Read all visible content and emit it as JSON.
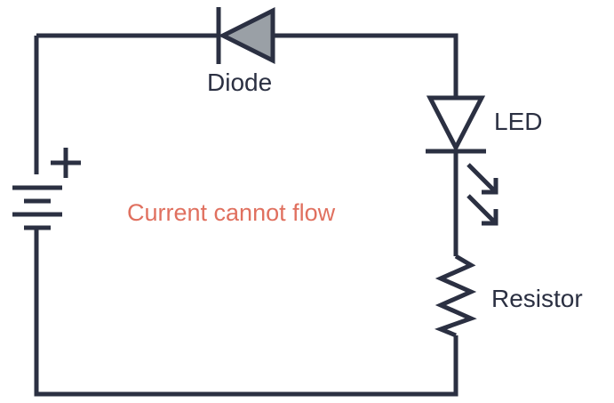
{
  "diagram": {
    "labels": {
      "diode": "Diode",
      "led": "LED",
      "resistor": "Resistor",
      "status": "Current cannot flow",
      "battery_polarity": "+"
    },
    "colors": {
      "wire": "#2b3042",
      "text": "#2b3042",
      "diode_fill": "#9aa0a6",
      "status_text": "#e0705f"
    }
  }
}
